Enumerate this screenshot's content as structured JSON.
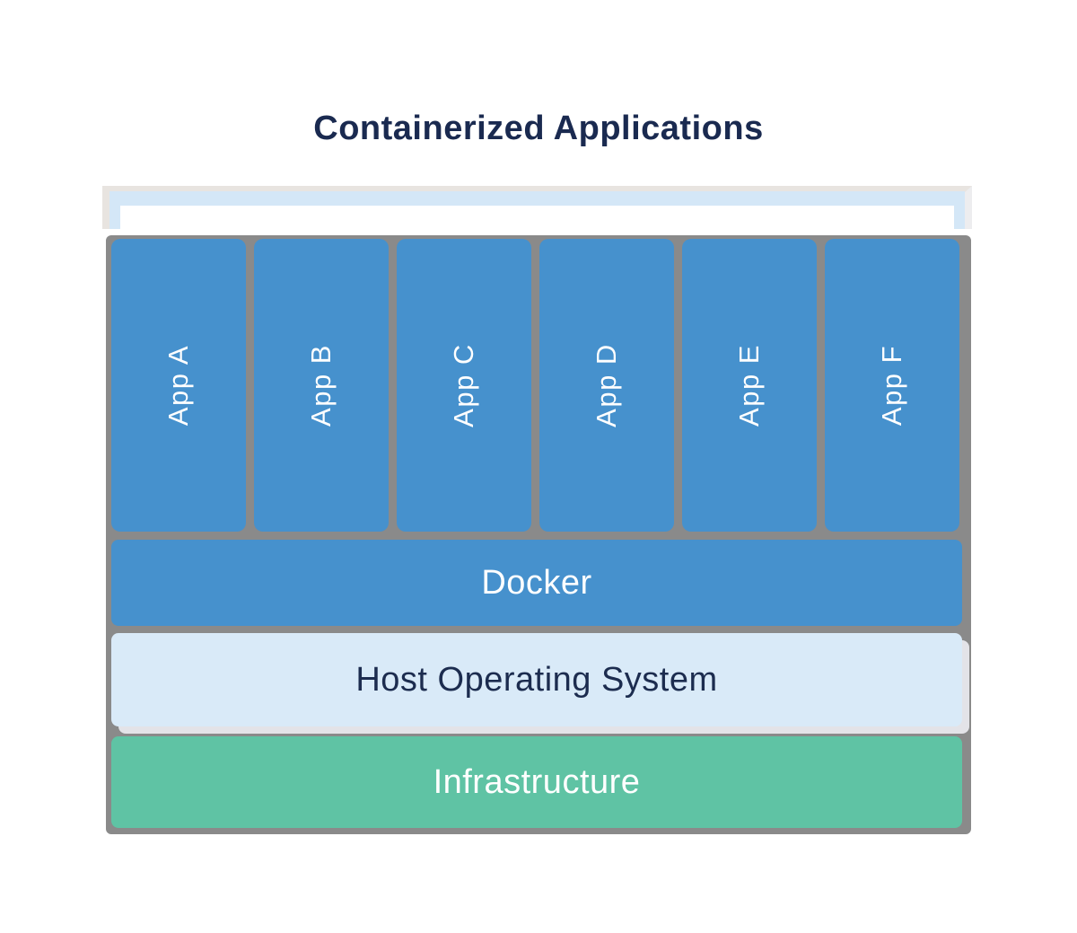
{
  "title": "Containerized Applications",
  "apps": [
    {
      "label": "App A"
    },
    {
      "label": "App B"
    },
    {
      "label": "App C"
    },
    {
      "label": "App D"
    },
    {
      "label": "App E"
    },
    {
      "label": "App F"
    }
  ],
  "layers": {
    "docker": "Docker",
    "host_os": "Host Operating System",
    "infrastructure": "Infrastructure"
  },
  "colors": {
    "app_blue": "#4691CD",
    "host_blue": "#D9EAF8",
    "infra_green": "#5FC3A4",
    "frame_grey": "#8A8A8A",
    "bracket_blue": "#D4E7F7",
    "bracket_grey": "#E8E4E0",
    "title_navy": "#1A2A50",
    "host_text": "#1C2C4F"
  }
}
